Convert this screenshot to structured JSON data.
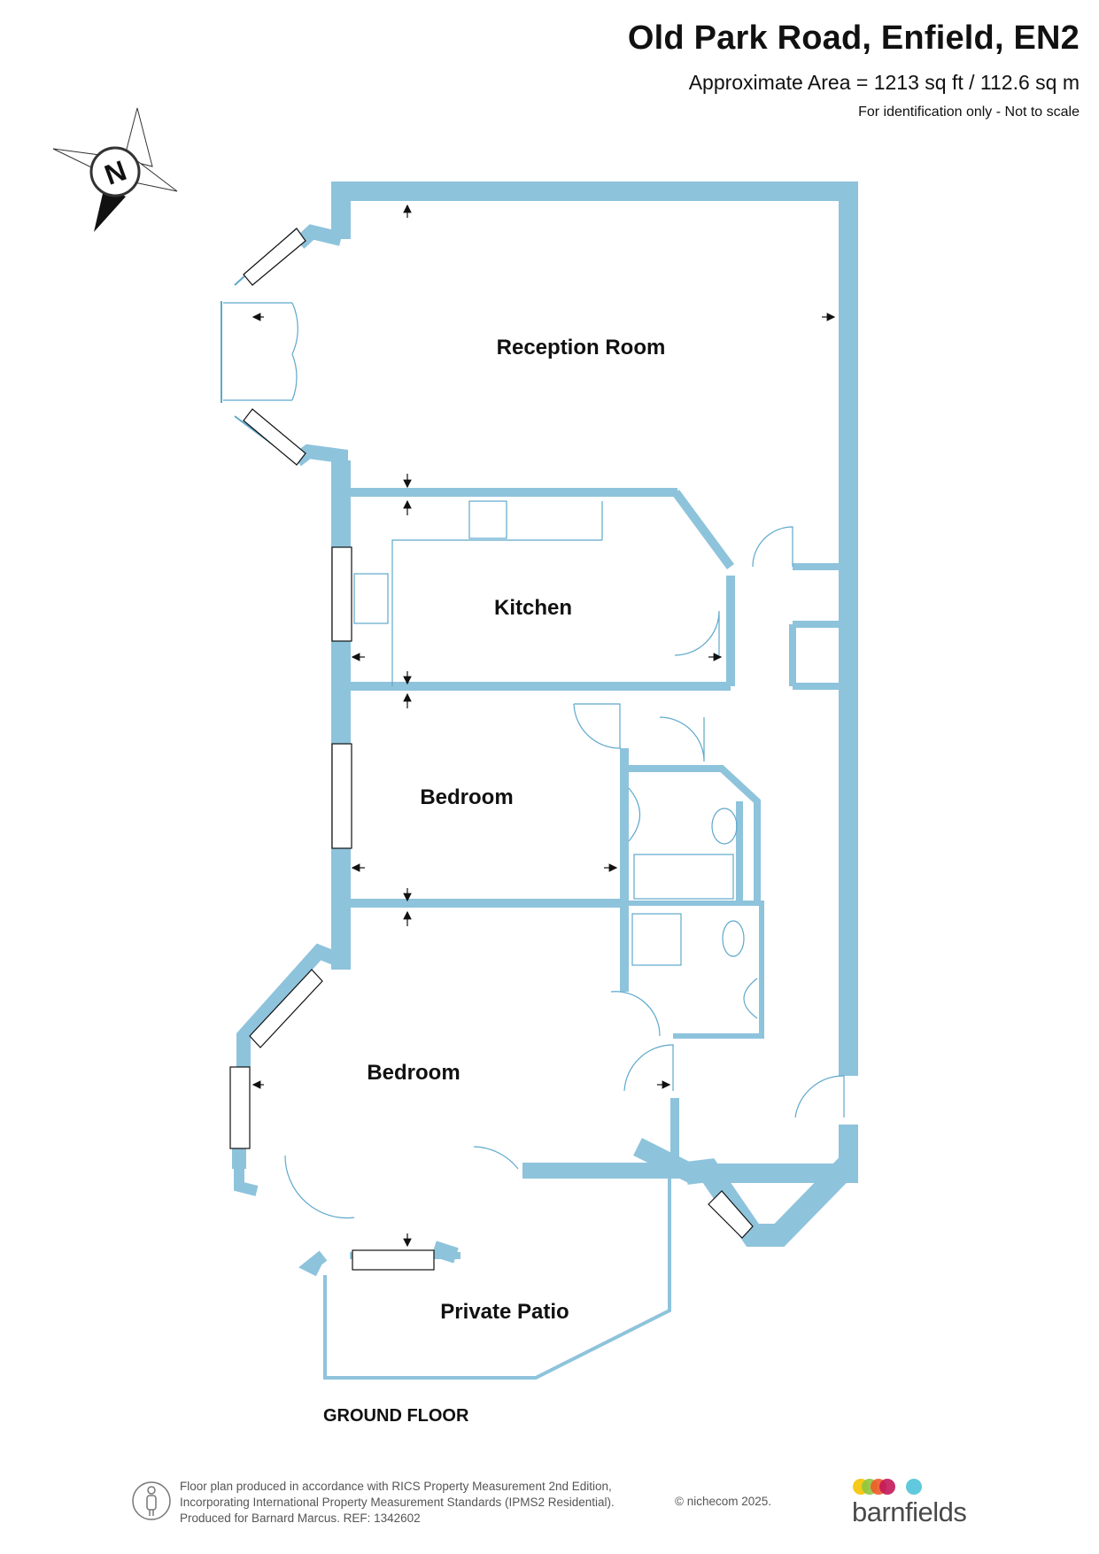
{
  "header": {
    "title": "Old Park Road, Enfield, EN2",
    "area": "Approximate Area = 1213 sq ft / 112.6 sq m",
    "note": "For identification only - Not to scale"
  },
  "compass": {
    "label": "N"
  },
  "rooms": {
    "reception": "Reception Room",
    "kitchen": "Kitchen",
    "bedroom1": "Bedroom",
    "bedroom2": "Bedroom",
    "patio": "Private Patio"
  },
  "floor_label": "GROUND FLOOR",
  "footer": {
    "line1": "Floor plan produced in accordance with RICS Property Measurement 2nd Edition,",
    "line2": "Incorporating International Property Measurement Standards (IPMS2 Residential).",
    "line3": "Produced for Barnard Marcus.   REF:  1342602",
    "copyright": "© nichecom 2025."
  },
  "brand": {
    "name": "barnfields",
    "dot_colors": [
      "#f4c400",
      "#8dc63f",
      "#f15a29",
      "#c2185b",
      "#4fc3d9"
    ]
  },
  "colors": {
    "wall": "#8ec3dc",
    "wall_line": "#5ea8cc"
  }
}
